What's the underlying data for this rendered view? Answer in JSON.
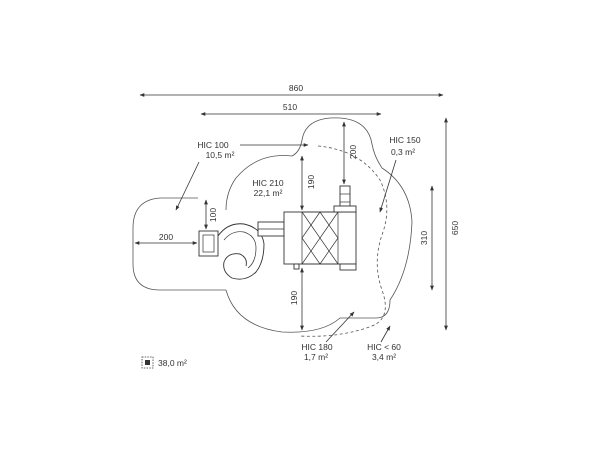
{
  "dimensions": {
    "overall_width": "860",
    "inner_width": "510",
    "overall_height": "650",
    "zone_height": "310",
    "top_depth": "200",
    "side_depth": "190",
    "bottom_depth": "190",
    "left_depth": "200",
    "slide_width": "100"
  },
  "zones": {
    "hic100": {
      "label": "HIC 100",
      "area": "10,5 m²"
    },
    "hic210": {
      "label": "HIC 210",
      "area": "22,1 m²"
    },
    "hic150": {
      "label": "HIC 150",
      "area": "0,3 m²"
    },
    "hic180": {
      "label": "HIC 180",
      "area": "1,7 m²"
    },
    "hic60": {
      "label": "HIC < 60",
      "area": "3,4 m²"
    }
  },
  "legend": {
    "total_area": "38,0 m²",
    "icon": "area-icon"
  },
  "colors": {
    "line": "#333333",
    "background": "#ffffff"
  }
}
